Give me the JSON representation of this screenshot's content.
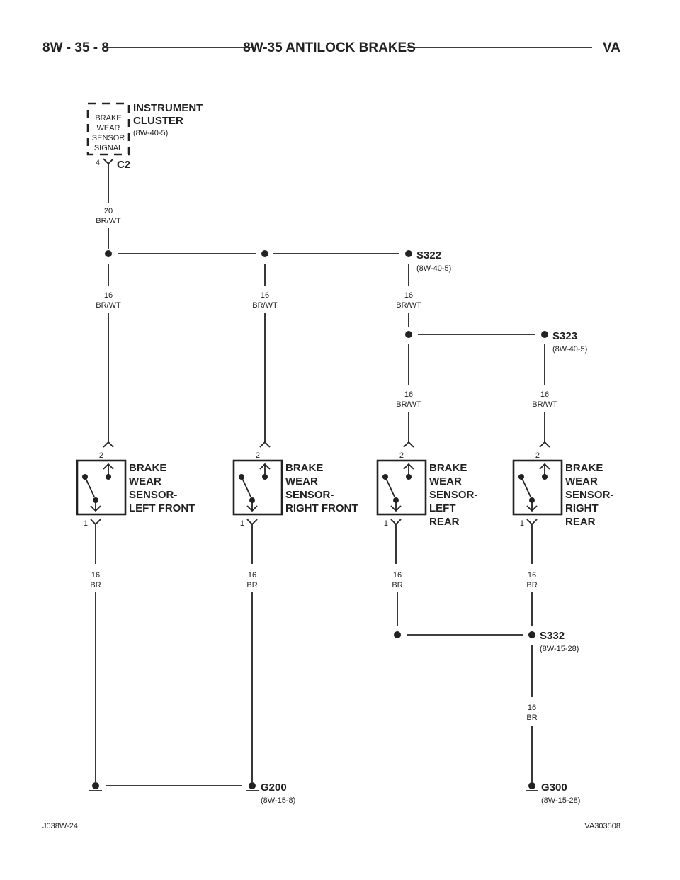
{
  "header": {
    "page_number": "8W - 35 - 8",
    "section_title": "8W-35 ANTILOCK BRAKES",
    "model": "VA"
  },
  "instrument_cluster": {
    "name_line1": "INSTRUMENT",
    "name_line2": "CLUSTER",
    "ref": "(8W-40-5)",
    "signal_lines": [
      "BRAKE",
      "WEAR",
      "SENSOR",
      "SIGNAL"
    ],
    "pin": "4",
    "connector": "C2"
  },
  "wires": {
    "cluster_out": {
      "gauge": "20",
      "color": "BR/WT"
    },
    "left_front_feed": {
      "gauge": "16",
      "color": "BR/WT"
    },
    "right_front_feed": {
      "gauge": "16",
      "color": "BR/WT"
    },
    "rear_trunk_feed": {
      "gauge": "16",
      "color": "BR/WT"
    },
    "left_rear_feed": {
      "gauge": "16",
      "color": "BR/WT"
    },
    "right_rear_feed": {
      "gauge": "16",
      "color": "BR/WT"
    },
    "left_front_ground": {
      "gauge": "16",
      "color": "BR"
    },
    "right_front_ground": {
      "gauge": "16",
      "color": "BR"
    },
    "left_rear_ground": {
      "gauge": "16",
      "color": "BR"
    },
    "right_rear_ground": {
      "gauge": "16",
      "color": "BR"
    },
    "s332_to_g300": {
      "gauge": "16",
      "color": "BR"
    }
  },
  "splices": {
    "s322": {
      "name": "S322",
      "ref": "(8W-40-5)"
    },
    "s323": {
      "name": "S323",
      "ref": "(8W-40-5)"
    },
    "s332": {
      "name": "S332",
      "ref": "(8W-15-28)"
    }
  },
  "grounds": {
    "g200": {
      "name": "G200",
      "ref": "(8W-15-8)"
    },
    "g300": {
      "name": "G300",
      "ref": "(8W-15-28)"
    }
  },
  "sensors": {
    "left_front": {
      "lines": [
        "BRAKE",
        "WEAR",
        "SENSOR-",
        "LEFT FRONT"
      ],
      "pin_top": "2",
      "pin_bottom": "1"
    },
    "right_front": {
      "lines": [
        "BRAKE",
        "WEAR",
        "SENSOR-",
        "RIGHT FRONT"
      ],
      "pin_top": "2",
      "pin_bottom": "1"
    },
    "left_rear": {
      "lines": [
        "BRAKE",
        "WEAR",
        "SENSOR-",
        "LEFT",
        "REAR"
      ],
      "pin_top": "2",
      "pin_bottom": "1"
    },
    "right_rear": {
      "lines": [
        "BRAKE",
        "WEAR",
        "SENSOR-",
        "RIGHT",
        "REAR"
      ],
      "pin_top": "2",
      "pin_bottom": "1"
    }
  },
  "footer": {
    "left_code": "J038W-24",
    "right_code": "VA303508"
  }
}
